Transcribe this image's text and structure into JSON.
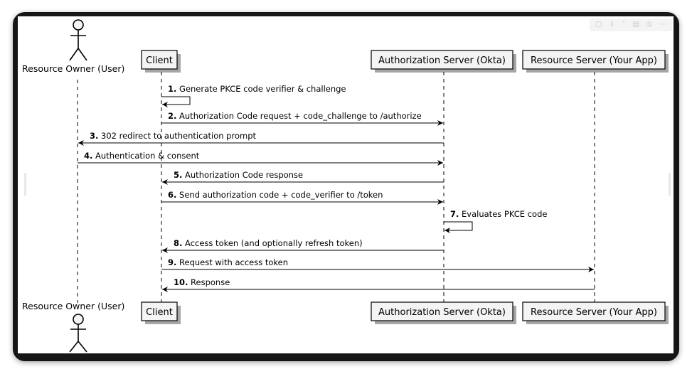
{
  "participants": {
    "user": "Resource Owner (User)",
    "client": "Client",
    "auth_server": "Authorization Server (Okta)",
    "resource_server": "Resource Server (Your App)"
  },
  "messages": [
    {
      "num": "1.",
      "text": "Generate PKCE code verifier & challenge"
    },
    {
      "num": "2.",
      "text": "Authorization Code request + code_challenge to /authorize"
    },
    {
      "num": "3.",
      "text": "302 redirect to authentication prompt"
    },
    {
      "num": "4.",
      "text": "Authentication & consent"
    },
    {
      "num": "5.",
      "text": "Authorization Code response"
    },
    {
      "num": "6.",
      "text": "Send authorization code + code_verifier to /token"
    },
    {
      "num": "7.",
      "text": "Evaluates PKCE code"
    },
    {
      "num": "8.",
      "text": "Access token (and optionally refresh token)"
    },
    {
      "num": "9.",
      "text": "Request with access token"
    },
    {
      "num": "10.",
      "text": "Response"
    }
  ],
  "toolbar": {
    "icons": [
      "comment-icon",
      "download-icon",
      "chevron-down-icon",
      "copy-icon",
      "zoom-icon",
      "more-icon"
    ],
    "glyphs": [
      "▢",
      "⇩",
      "˅",
      "▤",
      "◎",
      "⋯"
    ]
  }
}
